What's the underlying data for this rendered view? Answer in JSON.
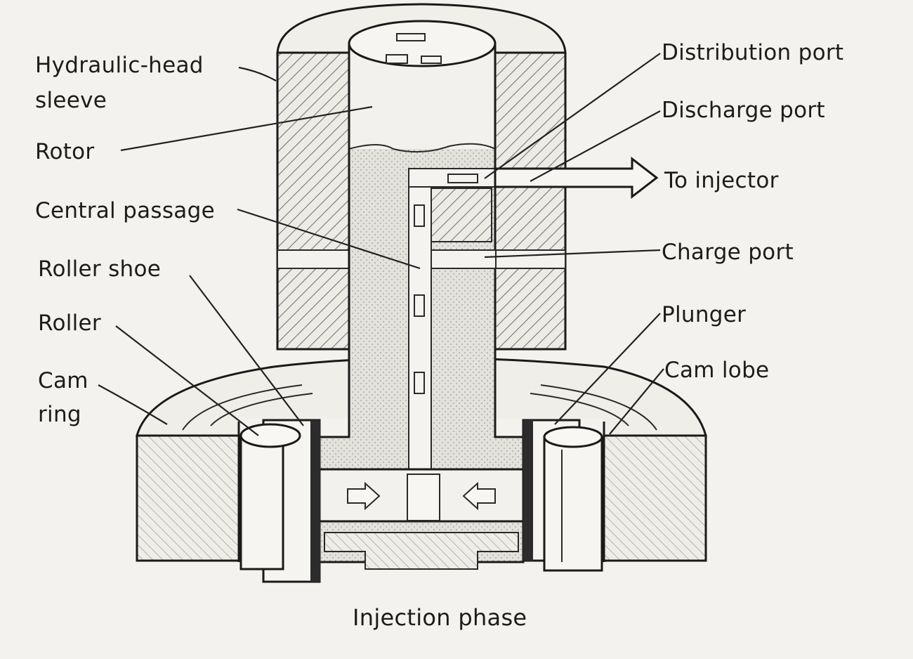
{
  "figure": {
    "caption": "Injection phase",
    "labels": {
      "hydraulic_head_sleeve_line1": "Hydraulic-head",
      "hydraulic_head_sleeve_line2": "sleeve",
      "rotor": "Rotor",
      "central_passage": "Central passage",
      "roller_shoe": "Roller shoe",
      "roller": "Roller",
      "cam_ring_line1": "Cam",
      "cam_ring_line2": "ring",
      "distribution_port": "Distribution port",
      "discharge_port": "Discharge port",
      "to_injector": "To injector",
      "charge_port": "Charge port",
      "plunger": "Plunger",
      "cam_lobe": "Cam lobe"
    }
  }
}
